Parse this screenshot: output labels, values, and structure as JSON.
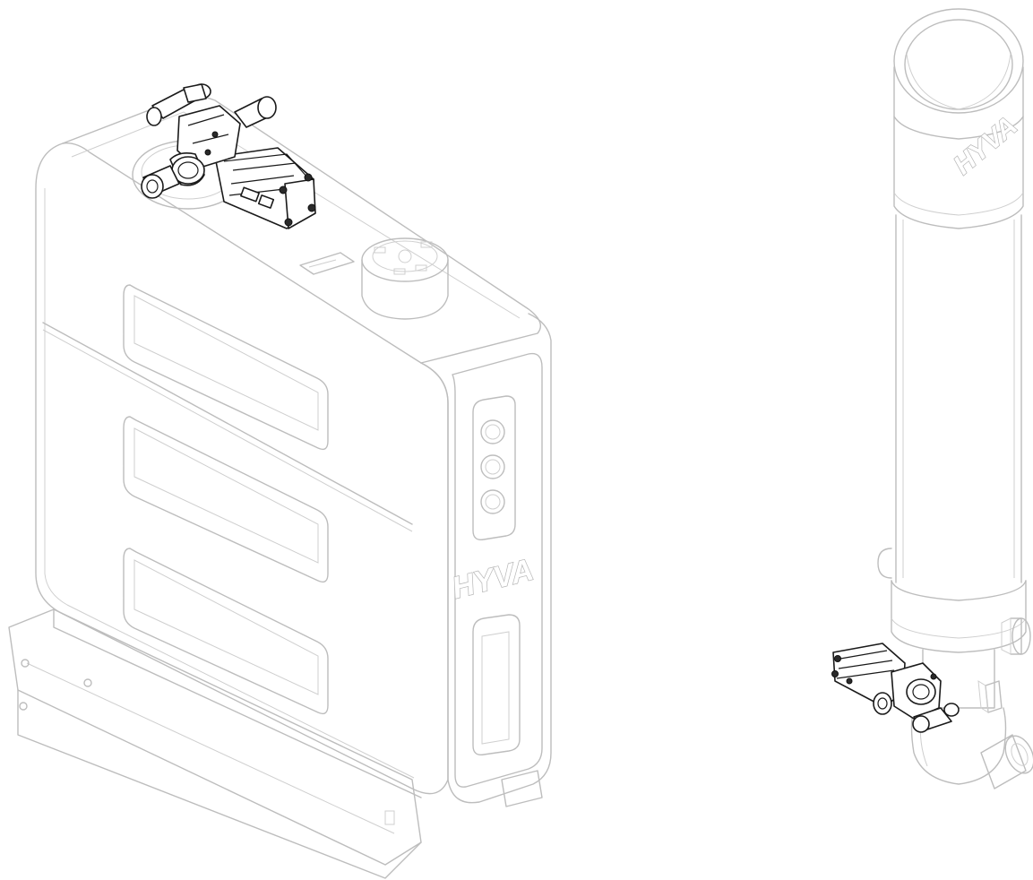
{
  "brand": {
    "tank_logo": "HYVA",
    "cylinder_logo": "HYVA"
  },
  "colors": {
    "ghost_line": "#bdbdbd",
    "highlight_line": "#1a1a1a",
    "background": "#ffffff"
  },
  "icons": {
    "tank": "hydraulic-oil-tank",
    "cylinder": "telescopic-tipping-cylinder",
    "valve": "control-valve-block"
  }
}
